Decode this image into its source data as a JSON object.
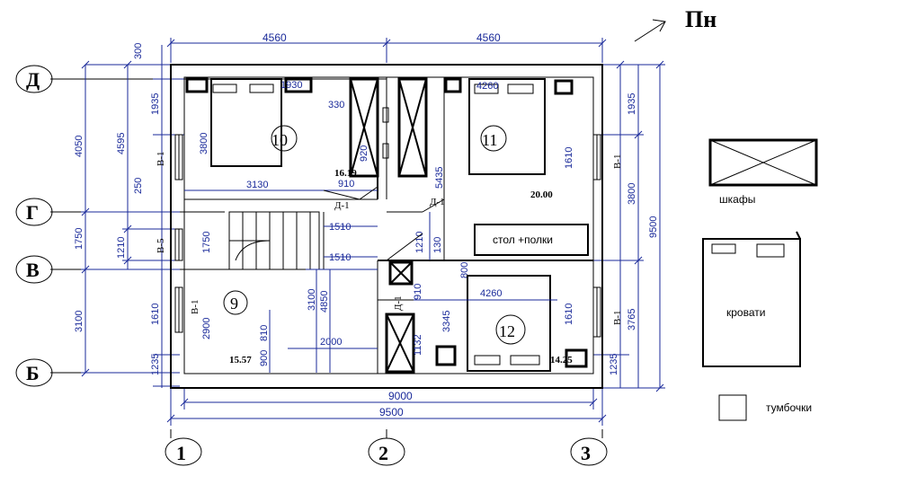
{
  "north_label": "Пн",
  "axes": {
    "rows": [
      "Д",
      "Г",
      "В",
      "Б"
    ],
    "cols": [
      "1",
      "2",
      "3"
    ]
  },
  "dims": {
    "top_left": "4560",
    "top_right": "4560",
    "overall_inner": "9000",
    "overall_outer": "9500",
    "left_4050": "4050",
    "left_1750": "1750",
    "left_3100": "3100",
    "left_4595": "4595",
    "left_1210": "1210",
    "left_300": "300",
    "left_1935": "1935",
    "left_250": "250",
    "left_1235": "1235",
    "left_1610": "1610",
    "left_2900": "2900",
    "left_1750b": "1750",
    "right_1935": "1935",
    "right_3800": "3800",
    "right_9500": "9500",
    "right_1235": "1235",
    "right_3765": "3765",
    "room10_3800": "3800",
    "room10_1930": "1930",
    "room10_330": "330",
    "room10_920": "920",
    "dim_3130": "3130",
    "dim_910a": "910",
    "dim_1510a": "1510",
    "dim_1510b": "1510",
    "dim_4260a": "4260",
    "dim_4260b": "4260",
    "dim_5435": "5435",
    "dim_1610a": "1610",
    "dim_1610b": "1610",
    "dim_1210": "1210",
    "dim_130": "130",
    "dim_800": "800",
    "dim_910b": "910",
    "dim_3345": "3345",
    "dim_1132": "1132",
    "dim_3100b": "3100",
    "dim_4850": "4850",
    "dim_2000": "2000",
    "dim_810": "810",
    "dim_900": "900",
    "dim_1610c": "1610"
  },
  "rooms": [
    {
      "number": "10"
    },
    {
      "number": "11"
    },
    {
      "number": "9"
    },
    {
      "number": "12"
    }
  ],
  "areas": {
    "a1": "16.19",
    "a2": "20.00",
    "a3": "15.57",
    "a4": "14.25"
  },
  "windows": {
    "v1_left_top": "В-1",
    "v5": "В-5",
    "v1_left_bottom": "В-1",
    "v1_right_top": "В-1",
    "v1_right_bottom": "В-1"
  },
  "doors": {
    "d1a": "Д-1",
    "d1b": "Д-1",
    "d1c": "Д-1"
  },
  "desk_label": "стол +полки",
  "legend": {
    "wardrobe": "шкафы",
    "bed": "кровати",
    "nightstand": "тумбочки"
  }
}
